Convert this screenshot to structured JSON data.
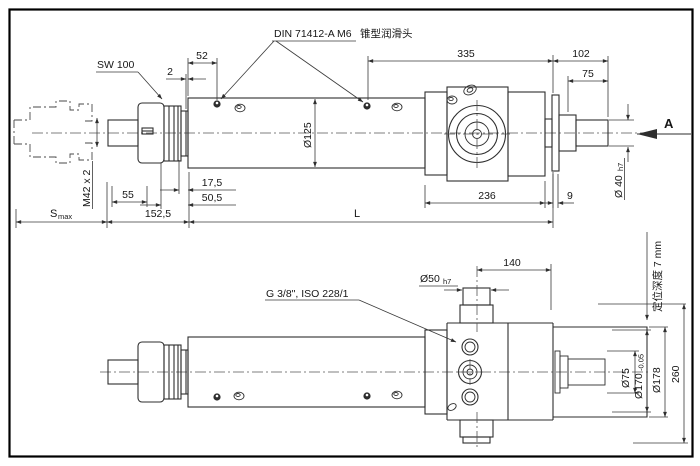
{
  "labels": {
    "sw100": "SW 100",
    "din_code": "DIN 71412-A M6",
    "din_cn": "锥型润滑头",
    "g38": "G 3/8\", ISO 228/1",
    "d50": "Ø50",
    "d50_sub": "h7",
    "view_a": "A",
    "depth": "定位深度 7 mm"
  },
  "dims": {
    "d52": "52",
    "d2": "2",
    "d335": "335",
    "d102": "102",
    "d75": "75",
    "d125": "Ø125",
    "d40": "Ø 40",
    "d40_sub": "h7",
    "m42": "M42 x 2",
    "d55": "55",
    "d175": "17,5",
    "d505": "50,5",
    "smax": "S",
    "smax_sub": "max",
    "d1525": "152,5",
    "l": "L",
    "d236": "236",
    "d9": "9",
    "d140": "140",
    "d75b": "Ø75",
    "d170": "Ø170",
    "d170_sub": "-0.05",
    "d178": "Ø178",
    "d260": "260"
  }
}
